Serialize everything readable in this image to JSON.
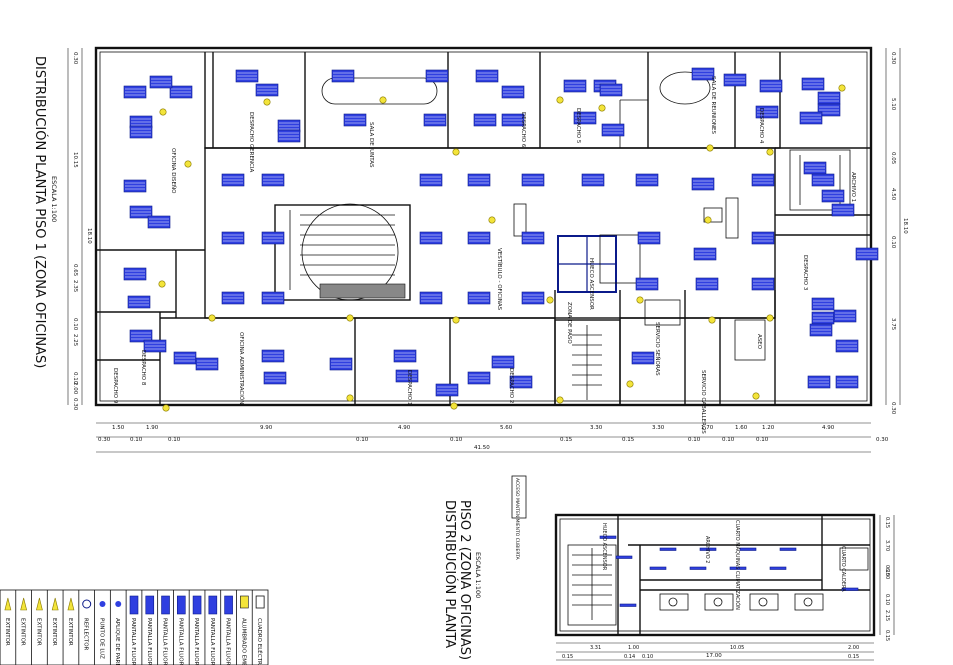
{
  "titles": {
    "floor1": "DISTRIBUCIÓN PLANTA PISO 1 (ZONA OFICINAS)",
    "floor1_scale": "ESCALA 1:100",
    "floor2_line1": "DISTRIBUCIÓN PLANTA",
    "floor2_line2": "PISO 2 (ZONA OFICINAS)",
    "floor2_scale": "ESCALA 1:100"
  },
  "rooms": {
    "oficina_diseno": "OFICINA DISEÑO",
    "despacho_gerencia": "DESPACHO GERENCIA",
    "sala_juntas": "SALA DE JUNTAS",
    "despacho_6": "DESPACHO 6",
    "despacho_5": "DESPACHO 5",
    "sala_reuniones": "SALA DE REUNIONES",
    "despacho_4": "DESPACHO 4",
    "archivo_1": "ARCHIVO 1",
    "vestibulo": "VESTÍBULO - OFICINAS",
    "despacho_3": "DESPACHO 3",
    "despacho_8": "DESPACHO 8",
    "despacho_9": "DESPACHO 9",
    "oficina_admin": "OFICINA ADMINISTRACIÓN",
    "despacho_1": "DESPACHO 1",
    "despacho_2": "DESPACHO 2",
    "servicio_senoras": "SERVICIO SEÑORAS",
    "servicio_caballeros": "SERVICIO CABALLEROS",
    "aseo": "ASEO",
    "hueco_ascensor": "HUECO ASCENSOR",
    "zona_paso": "ZONA DE PASO",
    "archivo_2": "ARCHIVO 2",
    "cuarto_maquinas": "CUARTO MÁQUINAS CLIMATIZACIÓN",
    "cuarto_caldera": "CUARTO CALDERA",
    "acceso_mantenimiento": "ACCESO MANTENIMIENTO CUBIERTA"
  },
  "dims_floor1_bottom": [
    "1.50",
    "1.90",
    "9.90",
    "4.90",
    "5.60",
    "3.30",
    "3.30",
    "1.70",
    "1.60",
    "1.20",
    "4.90"
  ],
  "dims_floor1_sub": [
    "0.30",
    "0.10",
    "0.10",
    "0.10",
    "0.10",
    "0.15",
    "0.15",
    "0.10",
    "0.10",
    "0.10",
    "0.30"
  ],
  "dims_floor1_total": "41.50",
  "dims_floor1_left": [
    "0.30",
    "10.15",
    "0.65",
    "2.35",
    "0.10",
    "2.25",
    "0.10",
    "2.00",
    "0.30"
  ],
  "dims_floor1_right": [
    "0.30",
    "5.10",
    "0.05",
    "4.50",
    "0.10",
    "3.75",
    "0.30"
  ],
  "dims_floor1_mid": "18.10",
  "dims_floor1_right_total": "18.10",
  "dims_floor2_bottom": [
    "3.31",
    "1.00",
    "10.05",
    "2.00"
  ],
  "dims_floor2_sub": [
    "0.15",
    "0.14",
    "0.10",
    "0.15"
  ],
  "dims_floor2_total": "17.00",
  "dims_floor2_right": [
    "0.15",
    "3.70",
    "0.15",
    "6.00",
    "0.10",
    "2.15",
    "0.15"
  ],
  "legend": [
    "CUADRO ELÉCTRICO",
    "ALUMBRADO EMERGENCIA",
    "PANTALLA FLUORESCENTE",
    "PANTALLA FLUORESCENTE",
    "PANTALLA FLUORESCENTE",
    "PANTALLA FLUORESCENTE",
    "PANTALLA FLUORESCENTE",
    "PANTALLA FLUORESCENTE",
    "PANTALLA FLUORESCENTE",
    "APLIQUE DE PARED",
    "PUNTO DE LUZ",
    "REFLECTOR",
    "EXTINTOR",
    "EXTINTOR",
    "EXTINTOR",
    "EXTINTOR",
    "EXTINTOR"
  ],
  "colors": {
    "lighting_fixture": "#2f3fe0",
    "emergency_light": "#f3e43a",
    "walls": "#111111"
  }
}
